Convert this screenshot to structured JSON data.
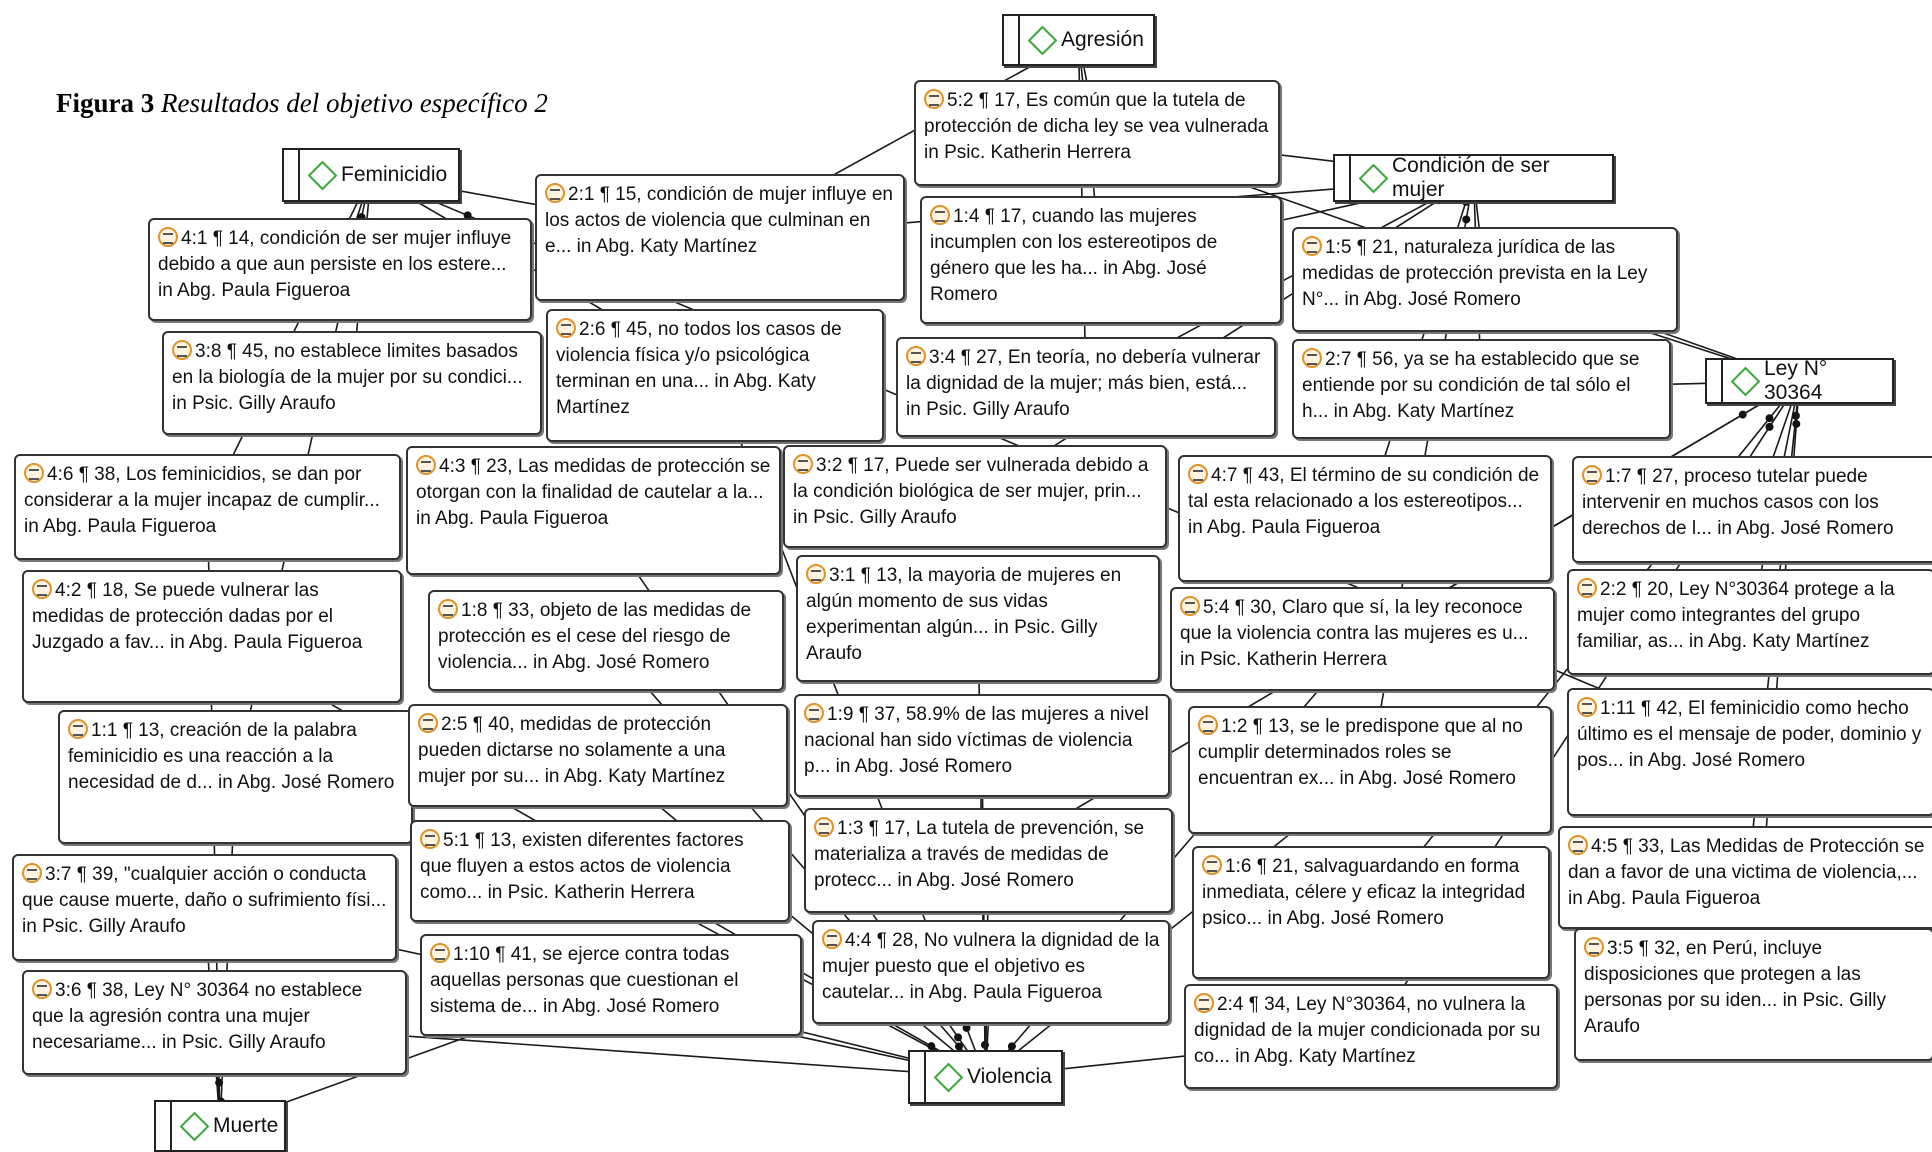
{
  "caption": {
    "label": "Figura 3",
    "title": "Resultados del objetivo específico 2"
  },
  "codes": [
    {
      "id": "agresion",
      "label": "Agresión"
    },
    {
      "id": "feminicidio",
      "label": "Feminicidio"
    },
    {
      "id": "condicion",
      "label": "Condición de ser mujer"
    },
    {
      "id": "ley",
      "label": "Ley N° 30364"
    },
    {
      "id": "violencia",
      "label": "Violencia"
    },
    {
      "id": "muerte",
      "label": "Muerte"
    }
  ],
  "quotes": [
    {
      "id": "q52",
      "text": "5:2 ¶ 17, Es común que la tutela de protección de dicha ley se vea vulnerada in Psic. Katherin Herrera"
    },
    {
      "id": "q41",
      "text": "4:1 ¶ 14, condición de ser mujer influye debido a que aun persiste en los estere... in Abg. Paula Figueroa"
    },
    {
      "id": "q21",
      "text": "2:1 ¶ 15, condición de mujer influye en los actos de violencia que culminan en e... in Abg. Katy Martínez"
    },
    {
      "id": "q14",
      "text": "1:4 ¶ 17, cuando las mujeres incumplen con los estereotipos de género que les ha... in Abg. José Romero"
    },
    {
      "id": "q15",
      "text": "1:5 ¶ 21, naturaleza jurídica de las medidas de protección prevista en la Ley N°... in Abg. José Romero"
    },
    {
      "id": "q38",
      "text": "3:8 ¶ 45, no establece limites basados en la biología de la mujer por su condici... in Psic. Gilly Araufo"
    },
    {
      "id": "q26",
      "text": "2:6 ¶ 45, no todos los casos de violencia física y/o psicológica terminan en una... in Abg. Katy Martínez"
    },
    {
      "id": "q34",
      "text": "3:4 ¶ 27, En teoría, no debería vulnerar la dignidad de la mujer; más bien, está... in Psic. Gilly Araufo"
    },
    {
      "id": "q27",
      "text": "2:7 ¶ 56, ya se ha establecido que se entiende por su condición de tal sólo el h... in Abg. Katy Martínez"
    },
    {
      "id": "q46",
      "text": "4:6 ¶ 38, Los feminicidios, se dan por considerar a la mujer incapaz de cumplir... in Abg. Paula Figueroa"
    },
    {
      "id": "q43",
      "text": "4:3 ¶ 23, Las medidas de protección se otorgan con la finalidad de cautelar a la... in Abg. Paula Figueroa"
    },
    {
      "id": "q32",
      "text": "3:2 ¶ 17, Puede ser vulnerada debido a la condición biológica de ser mujer, prin... in Psic. Gilly Araufo"
    },
    {
      "id": "q47",
      "text": "4:7 ¶ 43, El término de su condición de tal esta relacionado a los estereotipos... in Abg. Paula Figueroa"
    },
    {
      "id": "q17",
      "text": "1:7 ¶ 27, proceso tutelar puede intervenir en muchos casos con los derechos de l... in Abg. José Romero"
    },
    {
      "id": "q42",
      "text": "4:2 ¶ 18, Se puede vulnerar las medidas de protección dadas por el Juzgado a fav... in Abg. Paula Figueroa"
    },
    {
      "id": "q18",
      "text": "1:8 ¶ 33, objeto de las medidas de protección es el cese del riesgo de violencia... in Abg. José Romero"
    },
    {
      "id": "q31",
      "text": "3:1 ¶ 13, la mayoria de mujeres en algún momento de sus vidas experimentan algún... in Psic. Gilly Araufo"
    },
    {
      "id": "q54",
      "text": "5:4 ¶ 30, Claro que sí, la ley reconoce que la violencia contra las mujeres es u... in Psic. Katherin Herrera"
    },
    {
      "id": "q22",
      "text": "2:2 ¶ 20, Ley N°30364 protege a la mujer como integrantes del grupo familiar, as... in Abg. Katy Martínez"
    },
    {
      "id": "q11",
      "text": "1:1 ¶ 13, creación de la palabra feminicidio es una reacción a la necesidad de d... in Abg. José Romero"
    },
    {
      "id": "q25",
      "text": "2:5 ¶ 40, medidas de protección pueden dictarse no solamente a una mujer por su... in Abg. Katy Martínez"
    },
    {
      "id": "q19",
      "text": "1:9 ¶ 37, 58.9% de las mujeres a nivel nacional han sido víctimas de violencia p... in Abg. José Romero"
    },
    {
      "id": "q12",
      "text": "1:2 ¶ 13, se le predispone que al no cumplir determinados roles se encuentran ex... in Abg. José Romero"
    },
    {
      "id": "q111",
      "text": "1:11 ¶ 42, El feminicidio como hecho último es el mensaje de poder, dominio y pos... in Abg. José Romero"
    },
    {
      "id": "q37",
      "text": "3:7 ¶ 39, \"cualquier acción o conducta que cause muerte, daño o sufrimiento físi... in Psic. Gilly Araufo"
    },
    {
      "id": "q51",
      "text": "5:1 ¶ 13, existen diferentes factores que fluyen a estos actos de violencia como... in Psic. Katherin Herrera"
    },
    {
      "id": "q13",
      "text": "1:3 ¶ 17, La tutela de prevención, se materializa a través de medidas de protecc... in Abg. José Romero"
    },
    {
      "id": "q16",
      "text": "1:6 ¶ 21, salvaguardando en forma inmediata, célere y eficaz la integridad psico... in Abg. José Romero"
    },
    {
      "id": "q45",
      "text": "4:5 ¶ 33, Las Medidas de Protección se dan a favor de una victima de violencia,... in Abg. Paula Figueroa"
    },
    {
      "id": "q36",
      "text": "3:6 ¶ 38, Ley N° 30364 no establece que la agresión contra una mujer necesariame... in Psic. Gilly Araufo"
    },
    {
      "id": "q110",
      "text": "1:10 ¶ 41, se ejerce contra todas aquellas personas que cuestionan el sistema de... in Abg. José Romero"
    },
    {
      "id": "q44",
      "text": "4:4 ¶ 28, No vulnera la dignidad de la mujer puesto que el objetivo es cautelar... in Abg. Paula Figueroa"
    },
    {
      "id": "q24",
      "text": "2:4 ¶ 34, Ley N°30364, no vulnera la dignidad de la mujer condicionada por su co... in Abg. Katy Martínez"
    },
    {
      "id": "q35",
      "text": "3:5 ¶ 32, en Perú, incluye disposiciones que protegen a las personas por su iden... in Psic. Gilly Araufo"
    }
  ],
  "links": [
    [
      "q52",
      "agresion"
    ],
    [
      "q14",
      "agresion"
    ],
    [
      "q21",
      "agresion"
    ],
    [
      "q34",
      "agresion"
    ],
    [
      "q41",
      "feminicidio"
    ],
    [
      "q38",
      "feminicidio"
    ],
    [
      "q21",
      "feminicidio"
    ],
    [
      "q46",
      "feminicidio"
    ],
    [
      "q11",
      "feminicidio"
    ],
    [
      "q26",
      "feminicidio"
    ],
    [
      "q111",
      "feminicidio"
    ],
    [
      "q14",
      "condicion"
    ],
    [
      "q15",
      "condicion"
    ],
    [
      "q27",
      "condicion"
    ],
    [
      "q21",
      "condicion"
    ],
    [
      "q32",
      "condicion"
    ],
    [
      "q47",
      "condicion"
    ],
    [
      "q12",
      "condicion"
    ],
    [
      "q34",
      "condicion"
    ],
    [
      "q52",
      "condicion"
    ],
    [
      "q15",
      "ley"
    ],
    [
      "q27",
      "ley"
    ],
    [
      "q17",
      "ley"
    ],
    [
      "q22",
      "ley"
    ],
    [
      "q45",
      "ley"
    ],
    [
      "q35",
      "ley"
    ],
    [
      "q52",
      "ley"
    ],
    [
      "q24",
      "ley"
    ],
    [
      "q16",
      "ley"
    ],
    [
      "q13",
      "ley"
    ],
    [
      "q54",
      "ley"
    ],
    [
      "q36",
      "violencia"
    ],
    [
      "q37",
      "violencia"
    ],
    [
      "q110",
      "violencia"
    ],
    [
      "q44",
      "violencia"
    ],
    [
      "q51",
      "violencia"
    ],
    [
      "q31",
      "violencia"
    ],
    [
      "q19",
      "violencia"
    ],
    [
      "q24",
      "violencia"
    ],
    [
      "q42",
      "violencia"
    ],
    [
      "q25",
      "violencia"
    ],
    [
      "q18",
      "violencia"
    ],
    [
      "q43",
      "violencia"
    ],
    [
      "q13",
      "violencia"
    ],
    [
      "q12",
      "violencia"
    ],
    [
      "q54",
      "violencia"
    ],
    [
      "q26",
      "violencia"
    ],
    [
      "q36",
      "muerte"
    ],
    [
      "q37",
      "muerte"
    ],
    [
      "q46",
      "muerte"
    ],
    [
      "q11",
      "muerte"
    ],
    [
      "q110",
      "muerte"
    ]
  ]
}
